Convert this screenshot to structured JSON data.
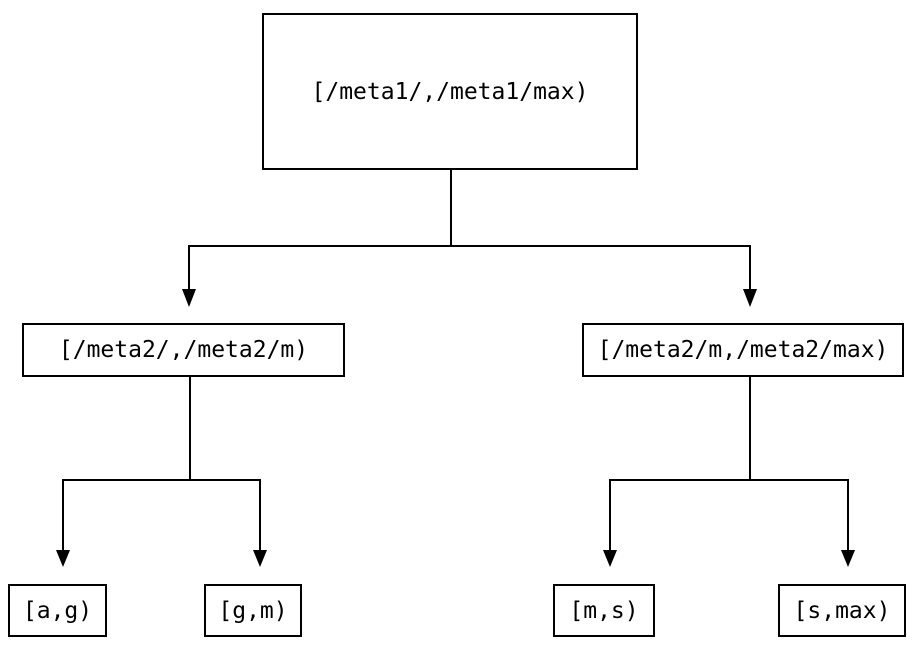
{
  "diagram": {
    "type": "tree",
    "background_color": "#ffffff",
    "line_color": "#000000",
    "text_color": "#000000",
    "nodes": {
      "root": {
        "label": "[/meta1/,/meta1/max)"
      },
      "meta2_low": {
        "label": "[/meta2/,/meta2/m)"
      },
      "meta2_high": {
        "label": "[/meta2/m,/meta2/max)"
      },
      "leaf_ag": {
        "label": "[a,g)"
      },
      "leaf_gm": {
        "label": "[g,m)"
      },
      "leaf_ms": {
        "label": "[m,s)"
      },
      "leaf_smax": {
        "label": "[s,max)"
      }
    },
    "edges": [
      {
        "from": "root",
        "to": "meta2_low"
      },
      {
        "from": "root",
        "to": "meta2_high"
      },
      {
        "from": "meta2_low",
        "to": "leaf_ag"
      },
      {
        "from": "meta2_low",
        "to": "leaf_gm"
      },
      {
        "from": "meta2_high",
        "to": "leaf_ms"
      },
      {
        "from": "meta2_high",
        "to": "leaf_smax"
      }
    ]
  }
}
